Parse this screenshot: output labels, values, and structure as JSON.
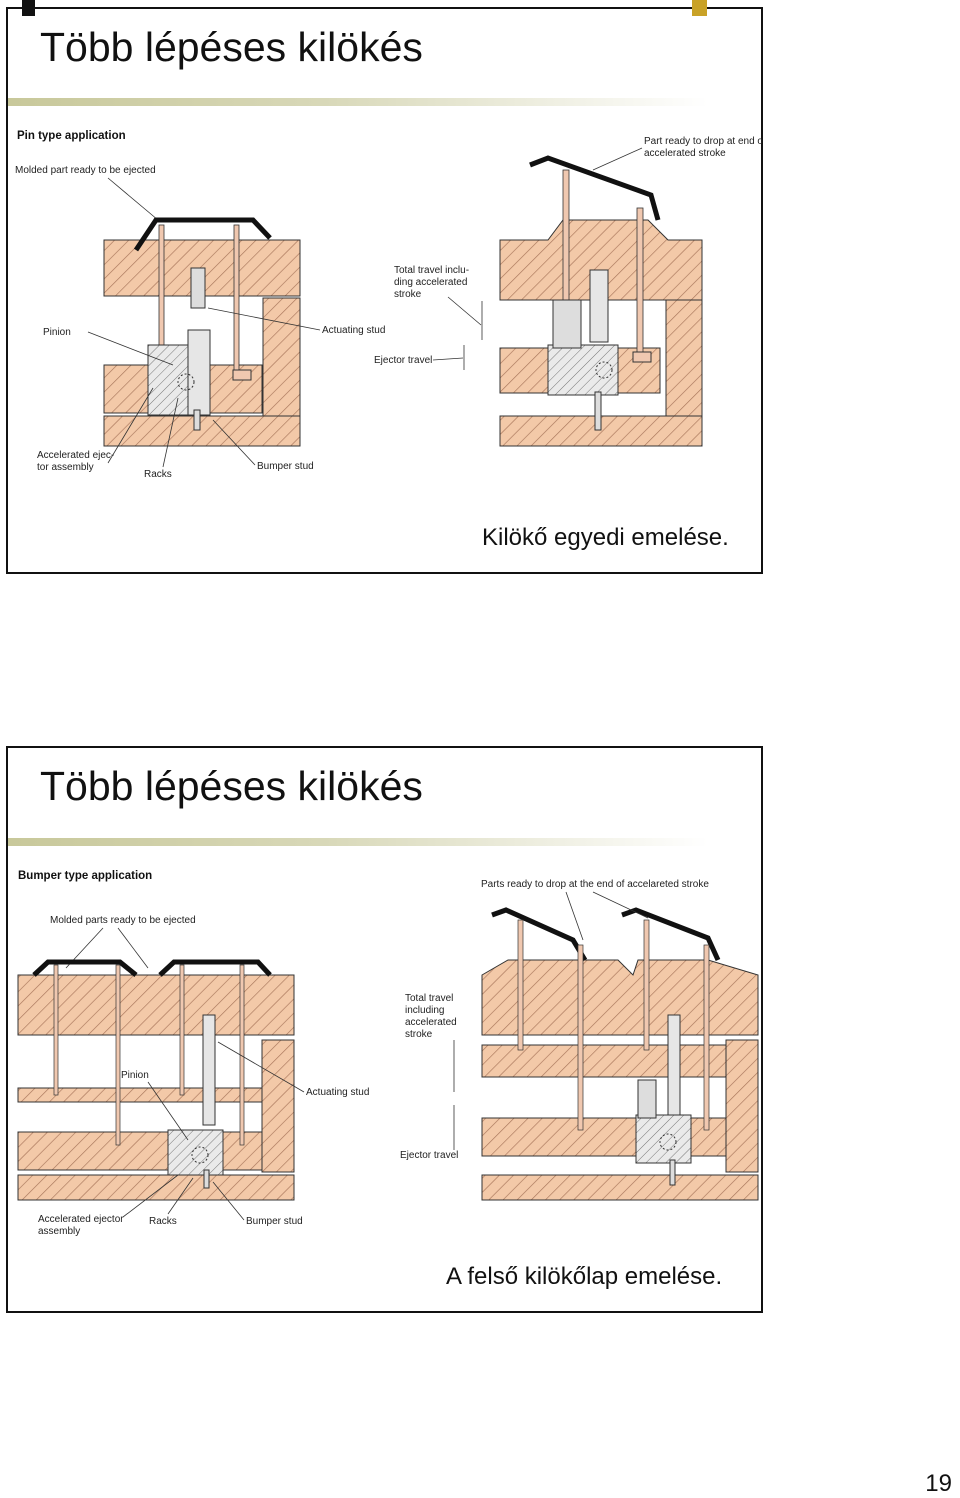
{
  "slides": [
    {
      "title": "Több lépéses kilökés",
      "diagram_heading": "Pin type application",
      "labels": {
        "molded_part": "Molded part ready to be ejected",
        "part_ready_drop_l1": "Part ready to drop at end of",
        "part_ready_drop_l2": "accelerated stroke",
        "total_travel_l1": "Total travel inclu-",
        "total_travel_l2": "ding accelerated",
        "total_travel_l3": "stroke",
        "pinion": "Pinion",
        "actuating_stud": "Actuating stud",
        "ejector_travel": "Ejector travel",
        "accel_assembly_l1": "Accelerated ejec-",
        "accel_assembly_l2": "tor assembly",
        "racks": "Racks",
        "bumper_stud": "Bumper stud"
      },
      "caption": "Kilökő egyedi emelése."
    },
    {
      "title": "Több lépéses kilökés",
      "diagram_heading": "Bumper type application",
      "labels": {
        "parts_ready_drop": "Parts ready to drop at the end of accelareted stroke",
        "molded_parts": "Molded parts ready to be ejected",
        "total_travel_l1": "Total travel",
        "total_travel_l2": "including",
        "total_travel_l3": "accelerated",
        "total_travel_l4": "stroke",
        "pinion": "Pinion",
        "actuating_stud": "Actuating stud",
        "ejector_travel": "Ejector travel",
        "accel_assembly_l1": "Accelerated ejector",
        "accel_assembly_l2": "assembly",
        "racks": "Racks",
        "bumper_stud": "Bumper stud"
      },
      "caption": "A felső kilökőlap emelése."
    }
  ],
  "page_number": "19",
  "colors": {
    "plate_fill": "#f3c9a8",
    "hatch": "#b07a5a",
    "bracket_right": "#c9a227"
  }
}
